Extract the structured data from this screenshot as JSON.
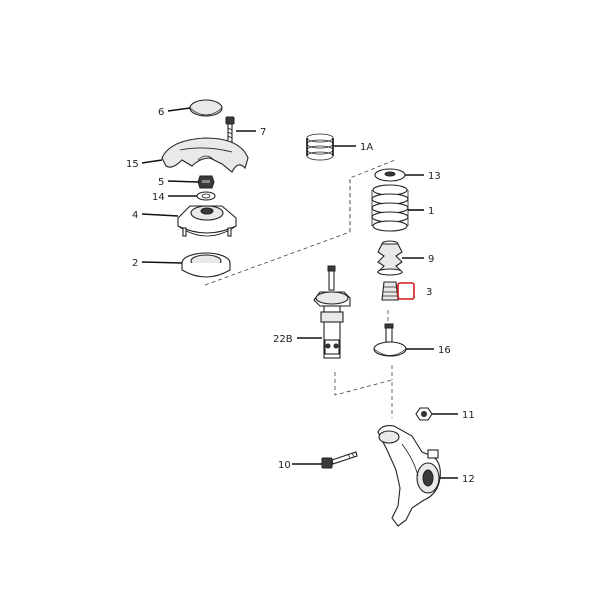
{
  "diagram": {
    "callouts": {
      "c6": "6",
      "c7": "7",
      "c15": "15",
      "c5": "5",
      "c14": "14",
      "c4": "4",
      "c2": "2",
      "c1a": "1A",
      "c13": "13",
      "c1": "1",
      "c9": "9",
      "c3": "3",
      "c22b": "22B",
      "c16": "16",
      "c11": "11",
      "c10": "10",
      "c12": "12"
    },
    "highlight_color": "#d11a1a",
    "highlighted_part": "3"
  }
}
